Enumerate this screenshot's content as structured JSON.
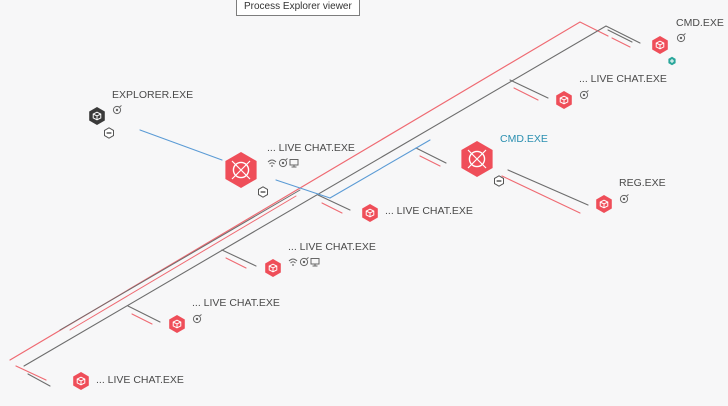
{
  "window": {
    "title": "Process Explorer viewer"
  },
  "colors": {
    "process_red": "#ef4e59",
    "explorer_dark": "#3a3a3a",
    "selected_text": "#2a8fb0",
    "edge_red": "#ef6a72",
    "edge_gray": "#6d6d6d",
    "edge_blue": "#5b9bd5",
    "badge_teal": "#2aa79b"
  },
  "nodes": [
    {
      "id": "explorer",
      "label": "EXPLORER.EXE",
      "type": "explorer",
      "icons": [
        "network-icon"
      ],
      "collapse": true
    },
    {
      "id": "livechat-main",
      "label": "... LIVE CHAT.EXE",
      "type": "process-large",
      "icons": [
        "wifi-icon",
        "network-icon",
        "monitor-icon"
      ],
      "collapse": true
    },
    {
      "id": "cmd-selected",
      "label": "CMD.EXE",
      "type": "process-large",
      "selected": true,
      "icons": [],
      "collapse": true
    },
    {
      "id": "cmd-top",
      "label": "CMD.EXE",
      "type": "process",
      "icons": [
        "network-icon"
      ],
      "badge": true
    },
    {
      "id": "livechat-2",
      "label": "... LIVE CHAT.EXE",
      "type": "process",
      "icons": [
        "network-icon"
      ]
    },
    {
      "id": "reg",
      "label": "REG.EXE",
      "type": "process",
      "icons": [
        "network-icon"
      ]
    },
    {
      "id": "livechat-3",
      "label": "... LIVE CHAT.EXE",
      "type": "process",
      "icons": []
    },
    {
      "id": "livechat-4",
      "label": "... LIVE CHAT.EXE",
      "type": "process",
      "icons": [
        "wifi-icon",
        "network-icon",
        "monitor-icon"
      ]
    },
    {
      "id": "livechat-5",
      "label": "... LIVE CHAT.EXE",
      "type": "process",
      "icons": [
        "network-icon"
      ]
    },
    {
      "id": "livechat-6",
      "label": "... LIVE CHAT.EXE",
      "type": "process",
      "icons": []
    }
  ]
}
